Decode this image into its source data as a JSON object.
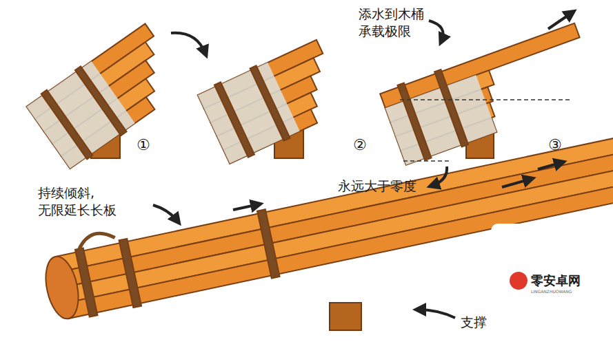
{
  "diagram": {
    "labels": [
      "添水到木桶 承载极限",
      "①",
      "②",
      "③",
      "永远大于零度",
      "持续倾斜, 无限延长长板",
      "支撑",
      "零安卓网",
      "LINGANZHUOWANG"
    ]
  }
}
